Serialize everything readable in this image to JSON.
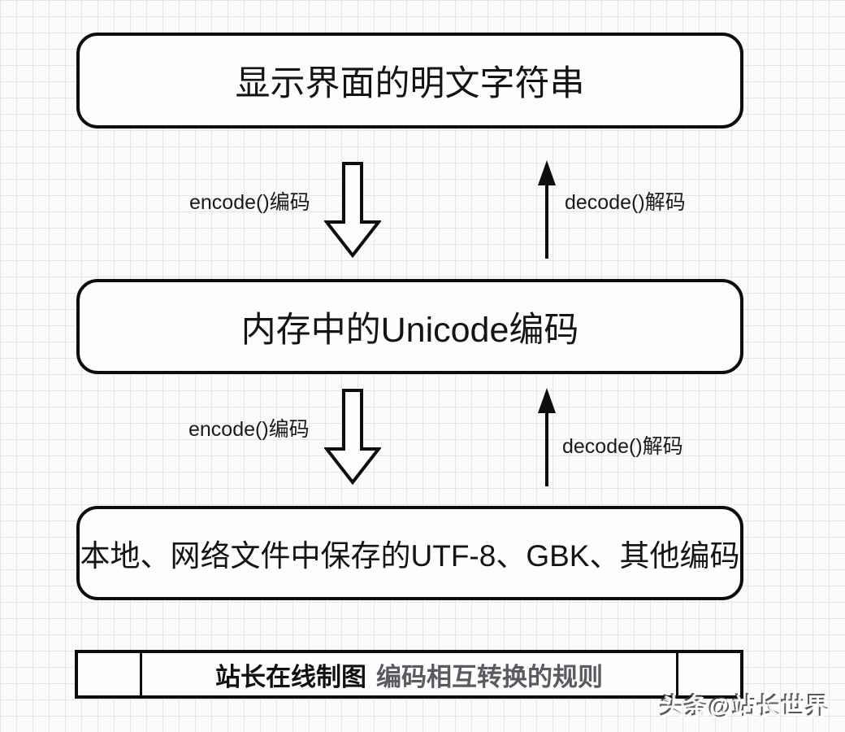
{
  "diagram": {
    "boxes": [
      {
        "id": "plain-text",
        "label": "显示界面的明文字符串"
      },
      {
        "id": "unicode",
        "label": "内存中的Unicode编码"
      },
      {
        "id": "saved-files",
        "label": "本地、网络文件中保存的UTF-8、GBK、其他编码"
      }
    ],
    "transitions": [
      {
        "down_label": "encode()编码",
        "up_label": "decode()解码"
      },
      {
        "down_label": "encode()编码",
        "up_label": "decode()解码"
      }
    ],
    "footer": {
      "brand": "站长在线制图",
      "title": "编码相互转换的规则"
    },
    "watermark": "头条@站长世界",
    "colors": {
      "border": "#0d0d0d",
      "grid_line": "#e5e5eb",
      "box_fill": "#fdfdfe",
      "footer_title_gray": "#5a5a60",
      "background": "#fbfbfc"
    }
  }
}
